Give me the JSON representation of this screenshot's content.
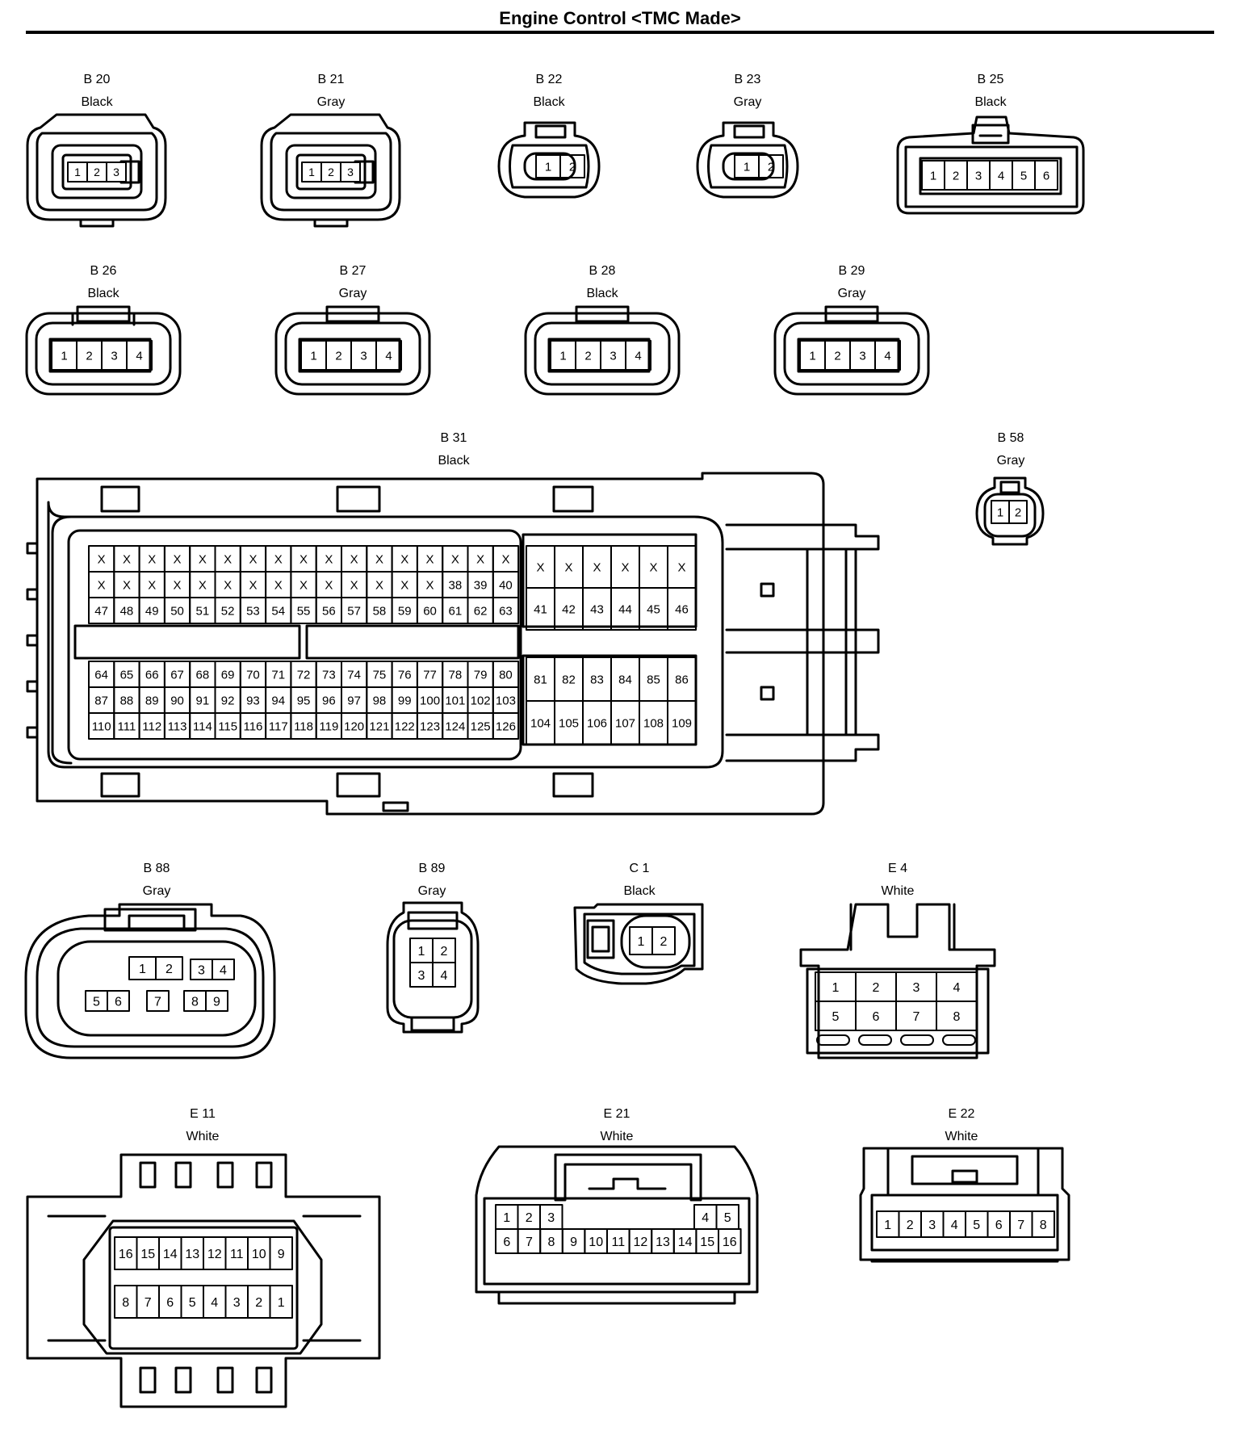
{
  "title": "Engine Control <TMC Made>",
  "connectors": {
    "b20": {
      "id": "B 20",
      "color": "Black",
      "pins": [
        "1",
        "2",
        "3"
      ]
    },
    "b21": {
      "id": "B 21",
      "color": "Gray",
      "pins": [
        "1",
        "2",
        "3"
      ]
    },
    "b22": {
      "id": "B 22",
      "color": "Black",
      "pins": [
        "1",
        "2"
      ]
    },
    "b23": {
      "id": "B 23",
      "color": "Gray",
      "pins": [
        "1",
        "2"
      ]
    },
    "b25": {
      "id": "B 25",
      "color": "Black",
      "pins": [
        "1",
        "2",
        "3",
        "4",
        "5",
        "6"
      ]
    },
    "b26": {
      "id": "B 26",
      "color": "Black",
      "pins": [
        "1",
        "2",
        "3",
        "4"
      ]
    },
    "b27": {
      "id": "B 27",
      "color": "Gray",
      "pins": [
        "1",
        "2",
        "3",
        "4"
      ]
    },
    "b28": {
      "id": "B 28",
      "color": "Black",
      "pins": [
        "1",
        "2",
        "3",
        "4"
      ]
    },
    "b29": {
      "id": "B 29",
      "color": "Gray",
      "pins": [
        "1",
        "2",
        "3",
        "4"
      ]
    },
    "b31": {
      "id": "B 31",
      "color": "Black",
      "left_upper_rows": [
        [
          "X",
          "X",
          "X",
          "X",
          "X",
          "X",
          "X",
          "X",
          "X",
          "X",
          "X",
          "X",
          "X",
          "X",
          "X",
          "X",
          "X"
        ],
        [
          "X",
          "X",
          "X",
          "X",
          "X",
          "X",
          "X",
          "X",
          "X",
          "X",
          "X",
          "X",
          "X",
          "X",
          "38",
          "39",
          "40"
        ],
        [
          "47",
          "48",
          "49",
          "50",
          "51",
          "52",
          "53",
          "54",
          "55",
          "56",
          "57",
          "58",
          "59",
          "60",
          "61",
          "62",
          "63"
        ]
      ],
      "right_upper_rows": [
        [
          "X",
          "X",
          "X",
          "X",
          "X",
          "X"
        ],
        [
          "41",
          "42",
          "43",
          "44",
          "45",
          "46"
        ]
      ],
      "left_lower_rows": [
        [
          "64",
          "65",
          "66",
          "67",
          "68",
          "69",
          "70",
          "71",
          "72",
          "73",
          "74",
          "75",
          "76",
          "77",
          "78",
          "79",
          "80"
        ],
        [
          "87",
          "88",
          "89",
          "90",
          "91",
          "92",
          "93",
          "94",
          "95",
          "96",
          "97",
          "98",
          "99",
          "100",
          "101",
          "102",
          "103"
        ],
        [
          "110",
          "111",
          "112",
          "113",
          "114",
          "115",
          "116",
          "117",
          "118",
          "119",
          "120",
          "121",
          "122",
          "123",
          "124",
          "125",
          "126"
        ]
      ],
      "right_lower_rows": [
        [
          "81",
          "82",
          "83",
          "84",
          "85",
          "86"
        ],
        [
          "104",
          "105",
          "106",
          "107",
          "108",
          "109"
        ]
      ]
    },
    "b58": {
      "id": "B 58",
      "color": "Gray",
      "pins": [
        "1",
        "2"
      ]
    },
    "b88": {
      "id": "B 88",
      "color": "Gray",
      "pins": [
        "1",
        "2",
        "3",
        "4",
        "5",
        "6",
        "7",
        "8",
        "9"
      ]
    },
    "b89": {
      "id": "B 89",
      "color": "Gray",
      "pins": [
        "1",
        "2",
        "3",
        "4"
      ]
    },
    "c1": {
      "id": "C 1",
      "color": "Black",
      "pins": [
        "1",
        "2"
      ]
    },
    "e4": {
      "id": "E 4",
      "color": "White",
      "pins": [
        "1",
        "2",
        "3",
        "4",
        "5",
        "6",
        "7",
        "8"
      ]
    },
    "e11": {
      "id": "E 11",
      "color": "White",
      "top_row": [
        "16",
        "15",
        "14",
        "13",
        "12",
        "11",
        "10",
        "9"
      ],
      "bottom_row": [
        "8",
        "7",
        "6",
        "5",
        "4",
        "3",
        "2",
        "1"
      ]
    },
    "e21": {
      "id": "E 21",
      "color": "White",
      "top_left": [
        "1",
        "2",
        "3"
      ],
      "top_right": [
        "4",
        "5"
      ],
      "bottom_row": [
        "6",
        "7",
        "8",
        "9",
        "10",
        "11",
        "12",
        "13",
        "14",
        "15",
        "16"
      ]
    },
    "e22": {
      "id": "E 22",
      "color": "White",
      "pins": [
        "1",
        "2",
        "3",
        "4",
        "5",
        "6",
        "7",
        "8"
      ]
    }
  }
}
